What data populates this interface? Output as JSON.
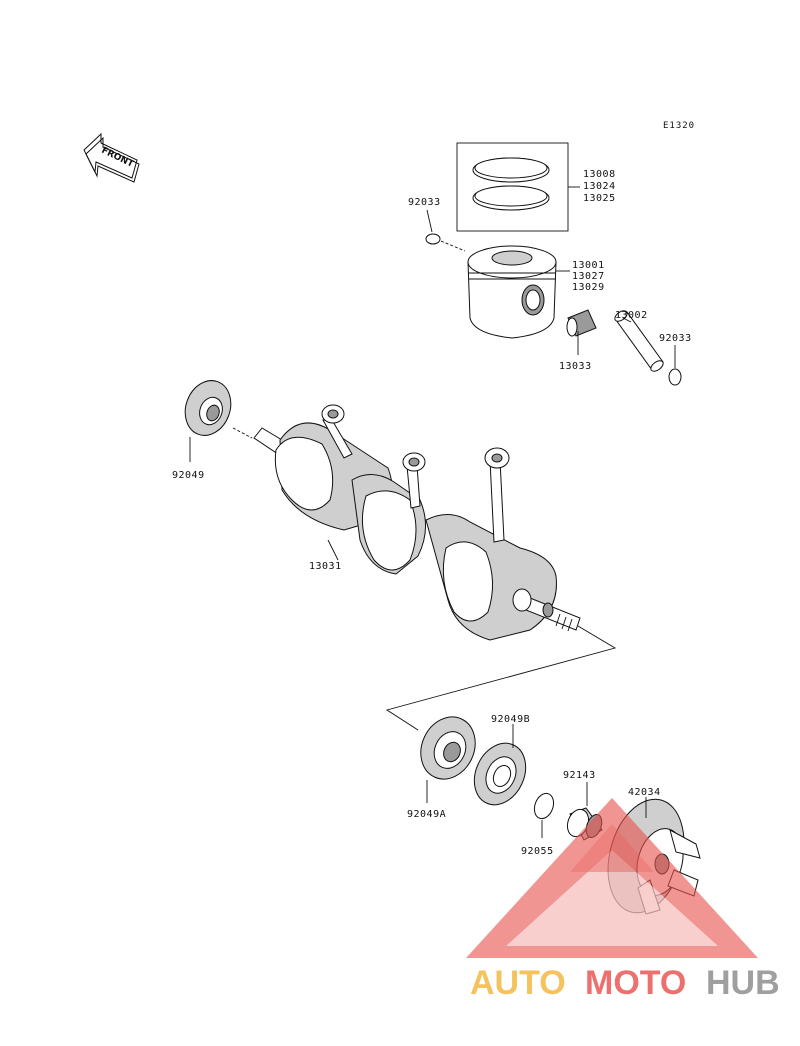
{
  "diagram": {
    "code": "E1320",
    "front_label": "FRONT",
    "parts": {
      "ring_set": [
        "13008",
        "13024",
        "13025"
      ],
      "circlip_top": "92033",
      "piston": [
        "13001",
        "13027",
        "13029"
      ],
      "pin": "13002",
      "circlip_right": "92033",
      "needle_bearing": "13033",
      "seal_left": "92049",
      "crankshaft": "13031",
      "seal_a": "92049A",
      "seal_b": "92049B",
      "collar": "92143",
      "o_ring": "92055",
      "coupling": "42034"
    }
  },
  "watermark": {
    "part1": "AUTO",
    "part2": "MOTO",
    "part3": "HUB",
    "color_orange": "#f3b53a",
    "color_red": "#e8534f",
    "color_grey": "#8a8a8a"
  }
}
